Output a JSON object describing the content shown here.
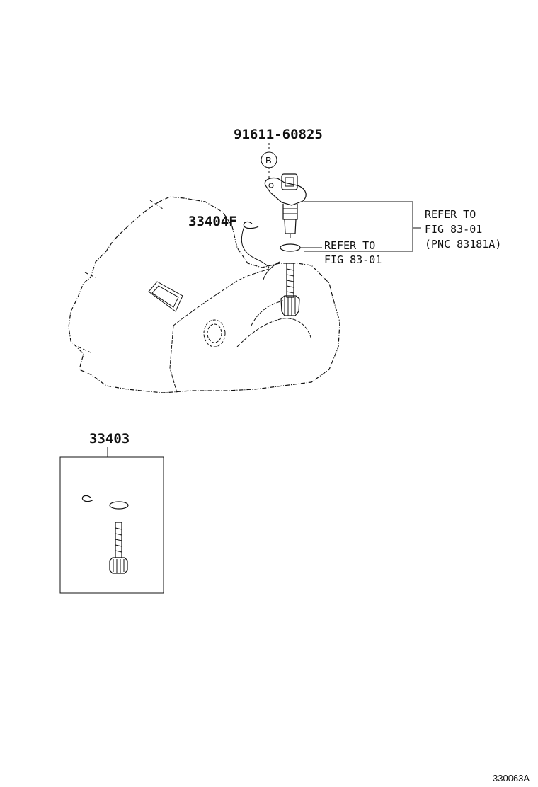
{
  "parts": {
    "sensor_bolt": "91611-60825",
    "bolt_marker": "B",
    "clip": "33404F",
    "kit": "33403"
  },
  "refs": {
    "sensor": {
      "line1": "REFER TO",
      "line2": "FIG 83-01",
      "line3": "(PNC 83181A)"
    },
    "oring": {
      "line1": "REFER TO",
      "line2": "FIG 83-01"
    }
  },
  "figure_id": "330063A"
}
